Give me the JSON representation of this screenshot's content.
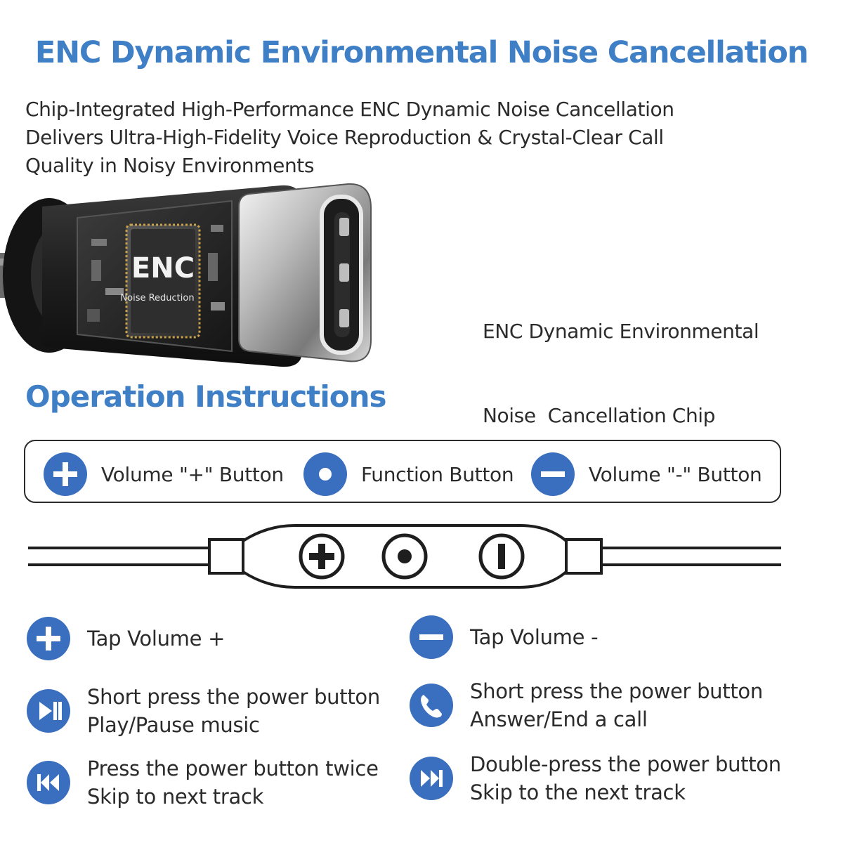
{
  "header": {
    "title": "ENC Dynamic Environmental Noise Cancellation",
    "description_lines": [
      "Chip-Integrated High-Performance ENC Dynamic Noise Cancellation",
      "Delivers Ultra-High-Fidelity Voice Reproduction & Crystal-Clear Call",
      "Quality in Noisy Environments"
    ]
  },
  "product": {
    "chip_logo": "ENC",
    "chip_sub": "Noise Reduction",
    "caption_lines": [
      "ENC Dynamic Environmental",
      "Noise  Cancellation Chip"
    ]
  },
  "operation": {
    "section_title": "Operation Instructions",
    "legend": [
      {
        "icon": "plus-icon",
        "label": "Volume \"+\" Button"
      },
      {
        "icon": "function-dot-icon",
        "label": "Function Button"
      },
      {
        "icon": "minus-icon",
        "label": "Volume \"-\" Button"
      }
    ],
    "instructions": [
      {
        "icon": "plus-icon",
        "lines": [
          "Tap Volume +"
        ]
      },
      {
        "icon": "minus-icon",
        "lines": [
          "Tap Volume -"
        ]
      },
      {
        "icon": "play-pause-icon",
        "lines": [
          "Short press the power button",
          "Play/Pause music"
        ]
      },
      {
        "icon": "phone-icon",
        "lines": [
          "Short press the power button",
          "Answer/End a call"
        ]
      },
      {
        "icon": "previous-track-icon",
        "lines": [
          "Press the power button twice",
          "Skip to next track"
        ]
      },
      {
        "icon": "next-track-icon",
        "lines": [
          "Double-press the power button",
          "Skip to the next track"
        ]
      }
    ]
  },
  "colors": {
    "accent": "#3f7fc6",
    "icon_blue": "#3a6fbf",
    "text": "#2b2b2b"
  }
}
